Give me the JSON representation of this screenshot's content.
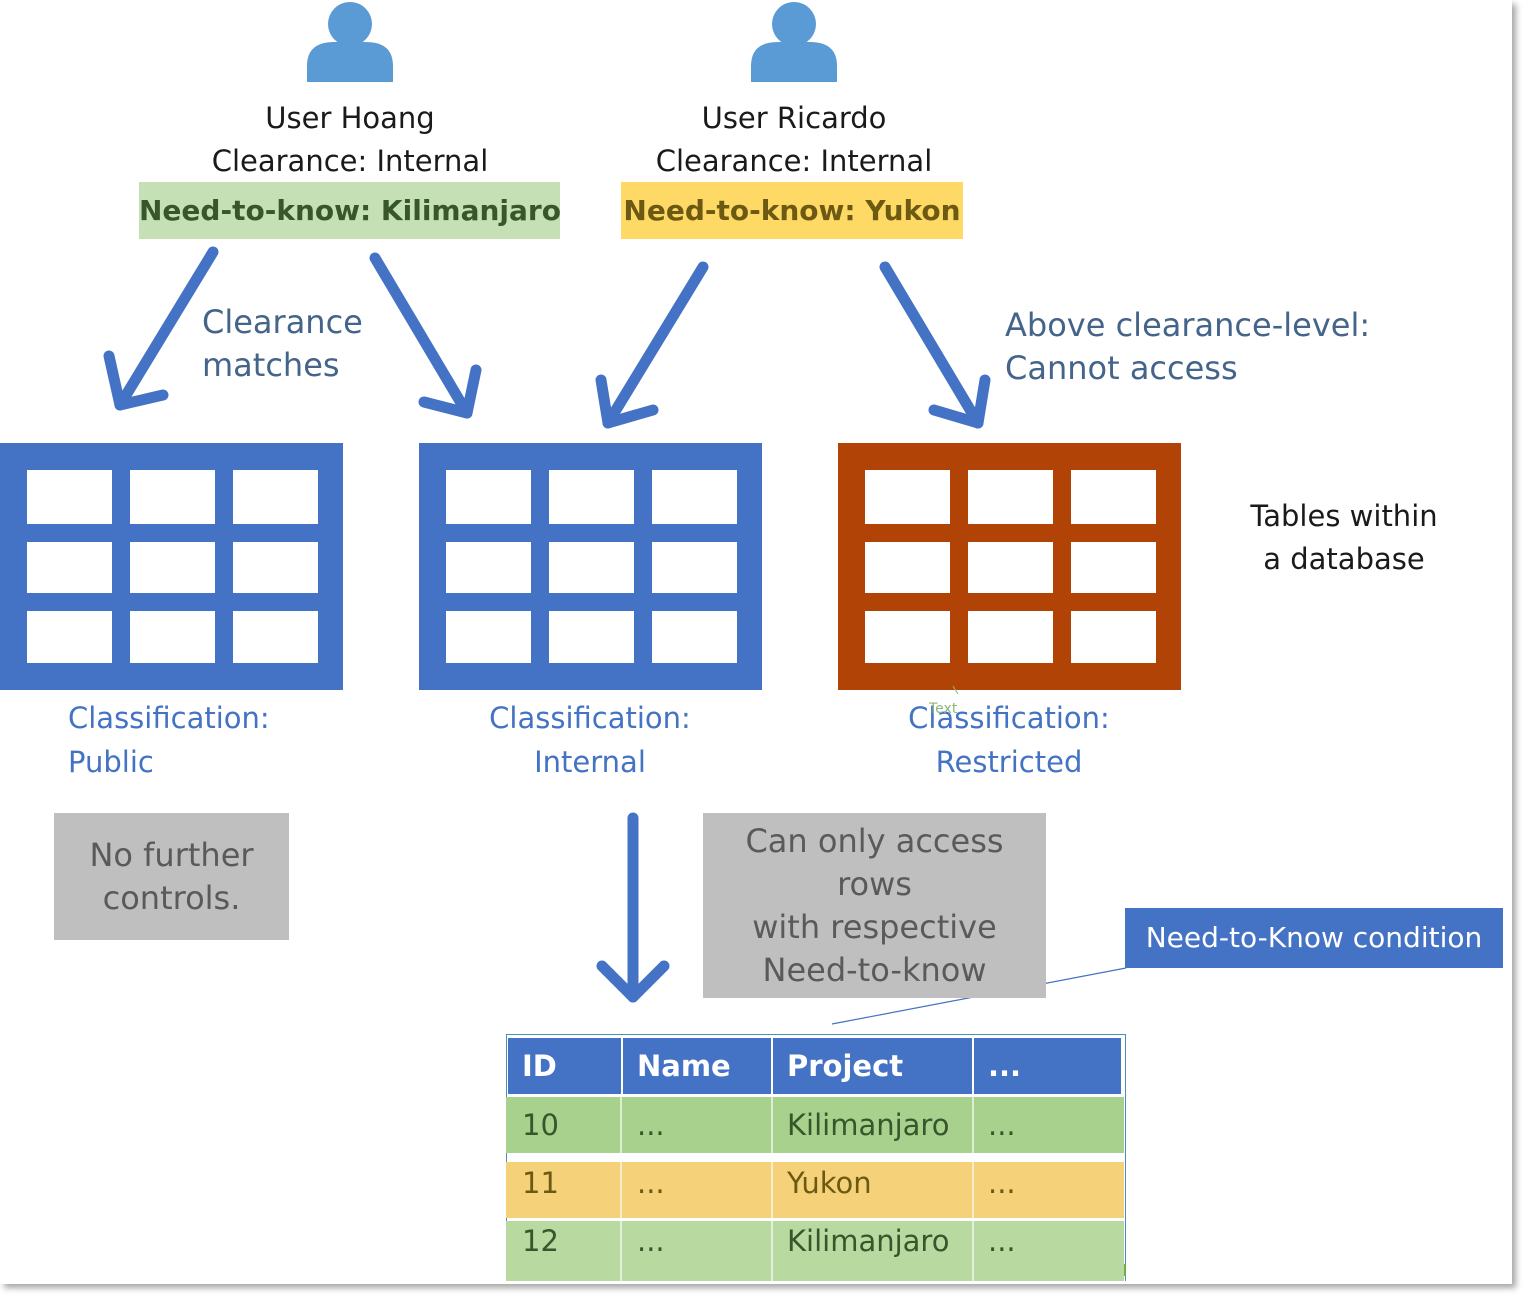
{
  "users": [
    {
      "name_line": "User Hoang",
      "clearance_line": "Clearance: Internal",
      "need_to_know_line": "Need-to-know: Kilimanjaro"
    },
    {
      "name_line": "User Ricardo",
      "clearance_line": "Clearance: Internal",
      "need_to_know_line": "Need-to-know: Yukon"
    }
  ],
  "annotations": {
    "clearance_matches": [
      "Clearance",
      "matches"
    ],
    "above_clearance": [
      "Above clearance-level:",
      "Cannot access"
    ],
    "tables_within": [
      "Tables within",
      "a database"
    ]
  },
  "tables": [
    {
      "classification_line1": "Classification:",
      "classification_line2": "Public",
      "color": "#4472c4"
    },
    {
      "classification_line1": "Classification:",
      "classification_line2": "Internal",
      "color": "#4472c4"
    },
    {
      "classification_line1": "Classification:",
      "classification_line2": "Restricted",
      "color": "#b14306"
    }
  ],
  "stray_text": "Text",
  "notes": {
    "no_further_controls": [
      "No further",
      "controls."
    ],
    "rows_note": [
      "Can only access rows",
      "with respective",
      "Need-to-know"
    ]
  },
  "callout": "Need-to-Know condition",
  "row_table": {
    "headers": [
      "ID",
      "Name",
      "Project",
      "..."
    ],
    "rows": [
      {
        "id": "10",
        "name": "...",
        "project": "Kilimanjaro",
        "more": "...",
        "tag": "Kilimanjaro"
      },
      {
        "id": "11",
        "name": "...",
        "project": "Yukon",
        "more": "...",
        "tag": "Yukon"
      },
      {
        "id": "12",
        "name": "...",
        "project": "Kilimanjaro",
        "more": "...",
        "tag": "Kilimanjaro"
      }
    ]
  },
  "colors": {
    "user_icon": "#5b9bd5",
    "arrow": "#4472c4",
    "table_blue": "#4472c4",
    "table_restricted": "#b14306",
    "kilimanjaro_fill": "#c5e0b4",
    "kilimanjaro_text": "#38562b",
    "yukon_fill": "#ffd966",
    "yukon_text": "#6d5a12",
    "note_gray": "#bfbfbf"
  }
}
